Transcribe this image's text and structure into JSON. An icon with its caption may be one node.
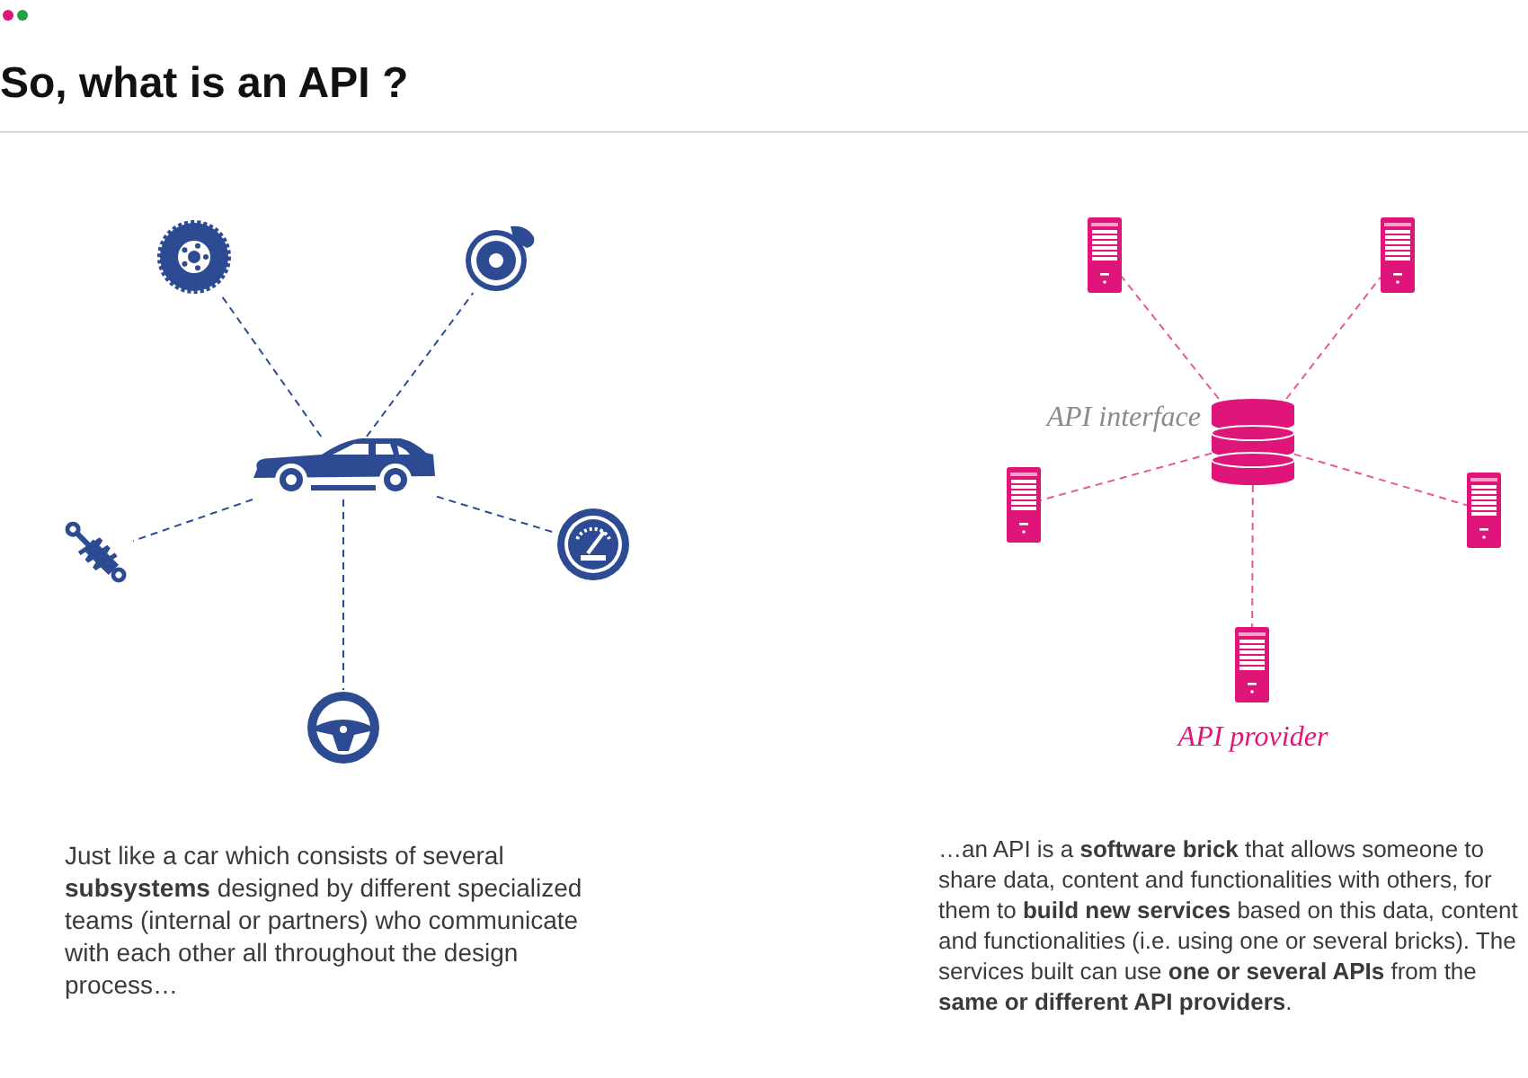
{
  "diagram": {
    "title": "So, what is an API ?",
    "nodes": [
      {
        "text": [],
        "shape": "picture"
      },
      {
        "text": [],
        "shape": "picture"
      },
      {
        "text": [],
        "shape": "picture"
      },
      {
        "text": [],
        "shape": "picture"
      },
      {
        "text": [],
        "shape": "picture"
      },
      {
        "text": [],
        "shape": "picture"
      },
      {
        "text": [],
        "shape": "picture"
      },
      {
        "text": [],
        "shape": "picture"
      },
      {
        "text": [],
        "shape": "cylinder",
        "beside": [
          "API interface"
        ]
      },
      {
        "text": [],
        "shape": "picture"
      },
      {
        "text": [],
        "shape": "picture"
      },
      {
        "text": [],
        "shape": "picture",
        "beside": [
          "API provider"
        ]
      }
    ],
    "edges": [
      {
        "from": 2,
        "to": 0,
        "arrow": "none",
        "style": "dashed",
        "color": "#2d4b93"
      },
      {
        "from": 2,
        "to": 1,
        "arrow": "none",
        "style": "dashed",
        "color": "#2d4b93"
      },
      {
        "from": 2,
        "to": 3,
        "arrow": "none",
        "style": "dashed",
        "color": "#2d4b93"
      },
      {
        "from": 2,
        "to": 4,
        "arrow": "none",
        "style": "dashed",
        "color": "#2d4b93"
      },
      {
        "from": 2,
        "to": 5,
        "arrow": "none",
        "style": "dashed",
        "color": "#2d4b93"
      },
      {
        "from": 8,
        "to": 6,
        "arrow": "none",
        "style": "dashed",
        "color": "#e8569a"
      },
      {
        "from": 8,
        "to": 7,
        "arrow": "none",
        "style": "dashed",
        "color": "#e8569a"
      },
      {
        "from": 8,
        "to": 9,
        "arrow": "none",
        "style": "dashed",
        "color": "#e8569a"
      },
      {
        "from": 8,
        "to": 10,
        "arrow": "none",
        "style": "dashed",
        "color": "#e8569a"
      },
      {
        "from": 8,
        "to": 11,
        "arrow": "none",
        "style": "dashed",
        "color": "#e8569a"
      }
    ],
    "labels": [
      "Just like a car which consists of several **subsystems** designed by different specialized teams (internal or partners) who communicate with each other all throughout the design process…",
      "…an API is a **software brick** that allows someone to share data, content and functionalities with others, for them to **build new services** based on this data, content and functionalities (i.e. using one or several bricks). The services built can use **one or several APIs** from the **same or different API providers**."
    ]
  }
}
